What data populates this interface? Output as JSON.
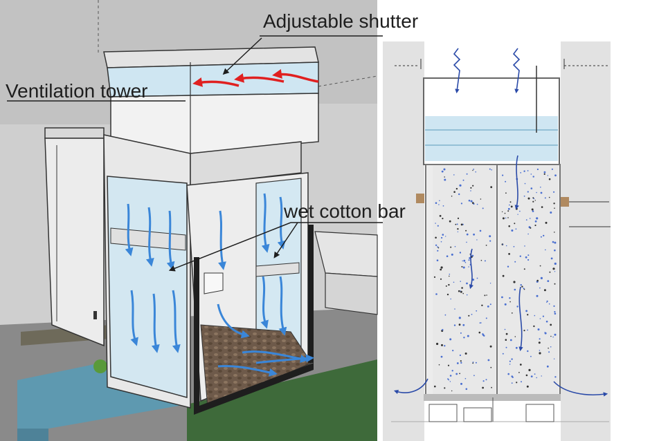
{
  "labels": {
    "adjustable_shutter": "Adjustable shutter",
    "ventilation_tower": "Ventilation tower",
    "wet_cotton_bar": "wet cotton bar"
  },
  "colors": {
    "cool_airflow": "#3a86d8",
    "warm_airflow": "#e02020",
    "water": "#5e99b0",
    "glass": "#cfe6f2",
    "wall": "#ececec",
    "floor_stone": "#6e5a4a"
  }
}
